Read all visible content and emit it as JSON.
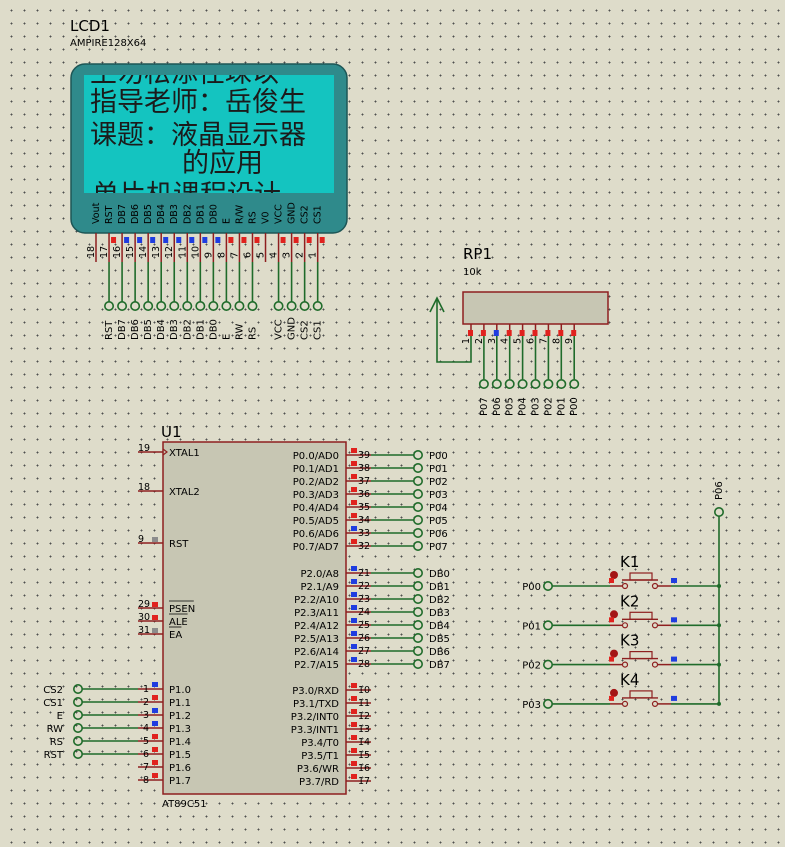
{
  "lcd": {
    "ref": "LCD1",
    "model": "AMPIRE128X64",
    "lines": [
      "指导老师：岳俊生",
      "课题：液晶显示器",
      "的应用"
    ],
    "pins": [
      {
        "num": "18",
        "name": "Vout",
        "net": ""
      },
      {
        "num": "17",
        "name": "RST",
        "net": "RST"
      },
      {
        "num": "16",
        "name": "DB7",
        "net": "DB7"
      },
      {
        "num": "15",
        "name": "DB6",
        "net": "DB6"
      },
      {
        "num": "14",
        "name": "DB5",
        "net": "DB5"
      },
      {
        "num": "13",
        "name": "DB4",
        "net": "DB4"
      },
      {
        "num": "12",
        "name": "DB3",
        "net": "DB3"
      },
      {
        "num": "11",
        "name": "DB2",
        "net": "DB2"
      },
      {
        "num": "10",
        "name": "DB1",
        "net": "DB1"
      },
      {
        "num": "9",
        "name": "DB0",
        "net": "DB0"
      },
      {
        "num": "8",
        "name": "E",
        "net": "E"
      },
      {
        "num": "7",
        "name": "R/W",
        "net": "RW"
      },
      {
        "num": "6",
        "name": "RS",
        "net": "RS"
      },
      {
        "num": "5",
        "name": "V0",
        "net": ""
      },
      {
        "num": "4",
        "name": "VCC",
        "net": "VCC"
      },
      {
        "num": "3",
        "name": "GND",
        "net": "GND"
      },
      {
        "num": "2",
        "name": "CS2",
        "net": "CS2"
      },
      {
        "num": "1",
        "name": "CS1",
        "net": "CS1"
      }
    ]
  },
  "rp1": {
    "ref": "RP1",
    "value": "10k",
    "pins": [
      "1",
      "2",
      "3",
      "4",
      "5",
      "6",
      "7",
      "8",
      "9"
    ],
    "nets": [
      "P07",
      "P06",
      "P05",
      "P04",
      "P03",
      "P02",
      "P01",
      "P00"
    ]
  },
  "mcu": {
    "ref": "U1",
    "part": "AT89C51",
    "left_top": [
      {
        "num": "19",
        "name": "XTAL1"
      },
      {
        "num": "18",
        "name": "XTAL2"
      },
      {
        "num": "9",
        "name": "RST"
      },
      {
        "num": "29",
        "name": "PSEN"
      },
      {
        "num": "30",
        "name": "ALE"
      },
      {
        "num": "31",
        "name": "EA"
      }
    ],
    "left_p1": [
      {
        "num": "1",
        "name": "P1.0",
        "net": "CS2"
      },
      {
        "num": "2",
        "name": "P1.1",
        "net": "CS1"
      },
      {
        "num": "3",
        "name": "P1.2",
        "net": "E"
      },
      {
        "num": "4",
        "name": "P1.3",
        "net": "RW"
      },
      {
        "num": "5",
        "name": "P1.4",
        "net": "RS"
      },
      {
        "num": "6",
        "name": "P1.5",
        "net": "RST"
      },
      {
        "num": "7",
        "name": "P1.6",
        "net": ""
      },
      {
        "num": "8",
        "name": "P1.7",
        "net": ""
      }
    ],
    "right_p0": [
      {
        "num": "39",
        "name": "P0.0/AD0",
        "net": "P00"
      },
      {
        "num": "38",
        "name": "P0.1/AD1",
        "net": "P01"
      },
      {
        "num": "37",
        "name": "P0.2/AD2",
        "net": "P02"
      },
      {
        "num": "36",
        "name": "P0.3/AD3",
        "net": "P03"
      },
      {
        "num": "35",
        "name": "P0.4/AD4",
        "net": "P04"
      },
      {
        "num": "34",
        "name": "P0.5/AD5",
        "net": "P05"
      },
      {
        "num": "33",
        "name": "P0.6/AD6",
        "net": "P06"
      },
      {
        "num": "32",
        "name": "P0.7/AD7",
        "net": "P07"
      }
    ],
    "right_p2": [
      {
        "num": "21",
        "name": "P2.0/A8",
        "net": "DB0"
      },
      {
        "num": "22",
        "name": "P2.1/A9",
        "net": "DB1"
      },
      {
        "num": "23",
        "name": "P2.2/A10",
        "net": "DB2"
      },
      {
        "num": "24",
        "name": "P2.3/A11",
        "net": "DB3"
      },
      {
        "num": "25",
        "name": "P2.4/A12",
        "net": "DB4"
      },
      {
        "num": "26",
        "name": "P2.5/A13",
        "net": "DB5"
      },
      {
        "num": "27",
        "name": "P2.6/A14",
        "net": "DB6"
      },
      {
        "num": "28",
        "name": "P2.7/A15",
        "net": "DB7"
      }
    ],
    "right_p3": [
      {
        "num": "10",
        "name": "P3.0/RXD"
      },
      {
        "num": "11",
        "name": "P3.1/TXD"
      },
      {
        "num": "12",
        "name": "P3.2/INT0"
      },
      {
        "num": "13",
        "name": "P3.3/INT1"
      },
      {
        "num": "14",
        "name": "P3.4/T0"
      },
      {
        "num": "15",
        "name": "P3.5/T1"
      },
      {
        "num": "16",
        "name": "P3.6/WR"
      },
      {
        "num": "17",
        "name": "P3.7/RD"
      }
    ]
  },
  "keys": {
    "common_net": "P06",
    "items": [
      {
        "ref": "K1",
        "net": "P00"
      },
      {
        "ref": "K2",
        "net": "P01"
      },
      {
        "ref": "K3",
        "net": "P02"
      },
      {
        "ref": "K4",
        "net": "P03"
      }
    ]
  },
  "colors": {
    "background": "#dedcca",
    "wire": "#1f6b2a",
    "component_outline": "#8e1f1f",
    "lcd_frame": "#2f8a8b",
    "lcd_screen": "#14c4c0",
    "chip_fill": "#c7c6b3",
    "pin_red": "#e0221e",
    "pin_blue": "#1f3de0",
    "pin_gray": "#8c8c8c"
  }
}
